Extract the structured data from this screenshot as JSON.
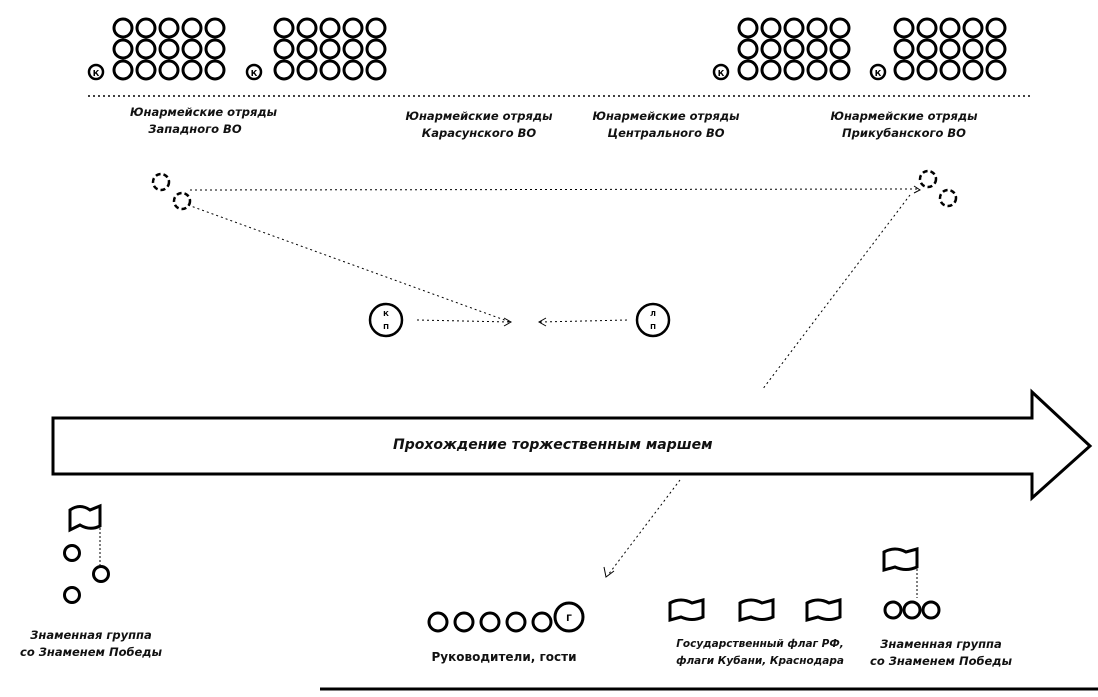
{
  "units": {
    "west": {
      "label_line1": "Юнармейские отряды",
      "label_line2": "Западного ВО"
    },
    "karasun": {
      "label_line1": "Юнармейские отряды",
      "label_line2": "Карасунского ВО"
    },
    "central": {
      "label_line1": "Юнармейские отряды",
      "label_line2": "Центрального ВО"
    },
    "prikuban": {
      "label_line1": "Юнармейские отряды",
      "label_line2": "Прикубанского ВО"
    }
  },
  "unit_markers": {
    "commander_letter": "К"
  },
  "commanders": {
    "left": {
      "line1": "К",
      "line2": "П"
    },
    "right": {
      "line1": "Л",
      "line2": "П"
    }
  },
  "march_arrow": {
    "label": "Прохождение торжественным маршем"
  },
  "banner_group_left": {
    "label_line1": "Знаменная группа",
    "label_line2": "со Знаменем Победы"
  },
  "banner_group_right": {
    "label_line1": "Знаменная группа",
    "label_line2": "со Знаменем Победы"
  },
  "guests": {
    "label": "Руководители, гости",
    "marker": "Г"
  },
  "flags": {
    "label_line1": "Государственный флаг РФ,",
    "label_line2": "флаги Кубани, Краснодара"
  }
}
